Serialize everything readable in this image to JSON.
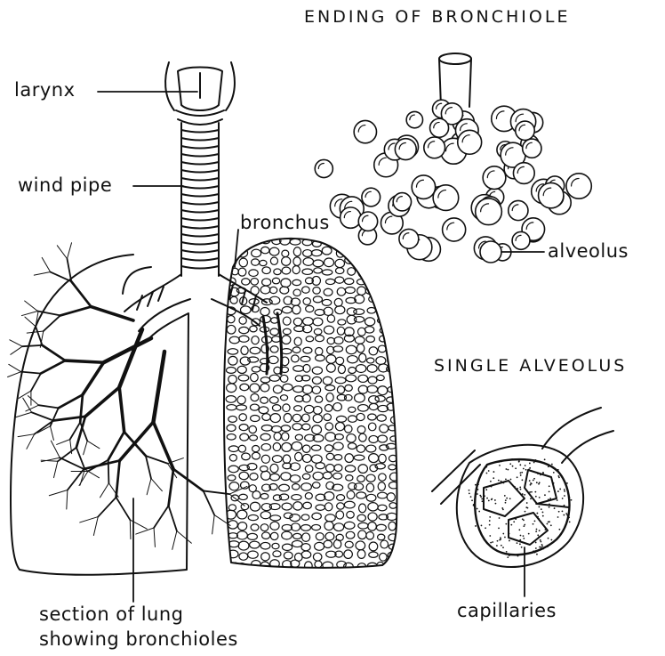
{
  "headings": {
    "ending_of_bronchiole": "ENDING OF BRONCHIOLE",
    "single_alveolus": "SINGLE ALVEOLUS"
  },
  "labels": {
    "larynx": "larynx",
    "windpipe": "wind pipe",
    "bronchus": "bronchus",
    "alveolus": "alveolus",
    "capillaries": "capillaries",
    "section_line1": "section of lung",
    "section_line2": "showing  bronchioles"
  },
  "colors": {
    "ink": "#111111",
    "background": "#ffffff"
  }
}
